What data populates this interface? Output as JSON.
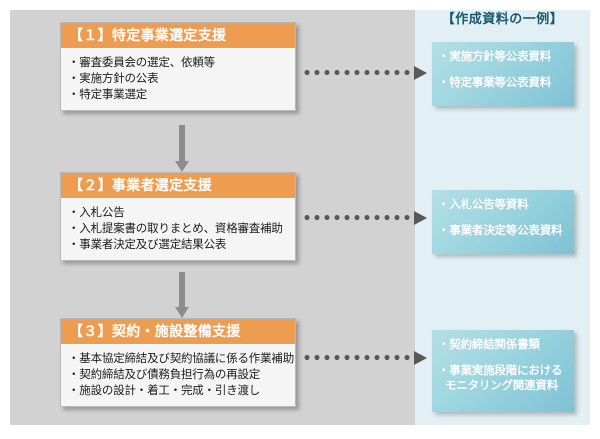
{
  "figure": {
    "title_right_column": "【作成資料の一例】"
  },
  "steps": [
    {
      "header": "【１】特定事業選定支援",
      "items": [
        "・審査委員会の選定、依頼等",
        "・実施方針の公表",
        "・特定事業選定"
      ]
    },
    {
      "header": "【２】事業者選定支援",
      "items": [
        "・入札公告",
        "・入札提案書の取りまとめ、資格審査補助",
        "・事業者決定及び選定結果公表"
      ]
    },
    {
      "header": "【３】契約・施設整備支援",
      "items": [
        "・基本協定締結及び契約協議に係る作業補助",
        "・契約締結及び債務負担行為の再設定",
        "・施設の設計・着工・完成・引き渡し"
      ]
    }
  ],
  "documents": [
    {
      "items": [
        "・実施方針等公表資料",
        "・特定事業等公表資料"
      ]
    },
    {
      "items": [
        "・入札公告等資料",
        "・事業者決定等公表資料"
      ]
    },
    {
      "items": [
        "・契約締結関係書類",
        "・事業実施段階における",
        "モニタリング関連資料"
      ]
    }
  ],
  "colors": {
    "step_header": "#ee9d50",
    "doc_box": "#9ed6e0",
    "left_panel": "#d2d2d2",
    "right_panel": "#e2eff4",
    "arrow": "#8d8d8d",
    "dotted_arrow": "#595959",
    "right_heading_text": "#18596b"
  }
}
